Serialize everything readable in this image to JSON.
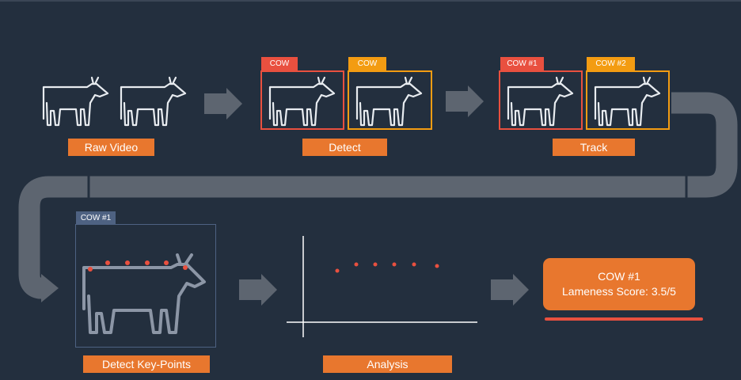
{
  "steps": {
    "raw_video": "Raw Video",
    "detect": "Detect",
    "track": "Track",
    "keypoints": "Detect  Key-Points",
    "analysis": "Analysis"
  },
  "tags": {
    "detect_1": "COW",
    "detect_2": "COW",
    "track_1": "COW #1",
    "track_2": "COW #2",
    "keypoint": "COW #1"
  },
  "result": {
    "title": "COW #1",
    "score": "Lameness Score: 3.5/5"
  },
  "colors": {
    "background": "#232f3e",
    "label": "#e8772e",
    "red": "#e9503f",
    "orange": "#f39c12",
    "arrow": "#5d6570",
    "keypoint_box": "#4e6282"
  },
  "icons": [
    "cow-icon",
    "right-arrow-icon",
    "flow-connector-icon",
    "keypoint-dot-icon"
  ]
}
